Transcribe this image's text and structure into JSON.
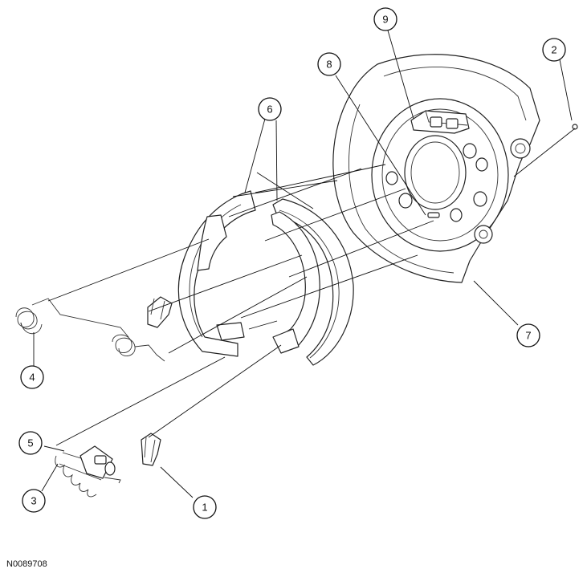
{
  "figure_id": "N0089708",
  "callouts": [
    {
      "id": "c1",
      "label": "1"
    },
    {
      "id": "c2",
      "label": "2"
    },
    {
      "id": "c3",
      "label": "3"
    },
    {
      "id": "c4",
      "label": "4"
    },
    {
      "id": "c5",
      "label": "5"
    },
    {
      "id": "c6",
      "label": "6"
    },
    {
      "id": "c7",
      "label": "7"
    },
    {
      "id": "c8",
      "label": "8"
    },
    {
      "id": "c9",
      "label": "9"
    }
  ]
}
